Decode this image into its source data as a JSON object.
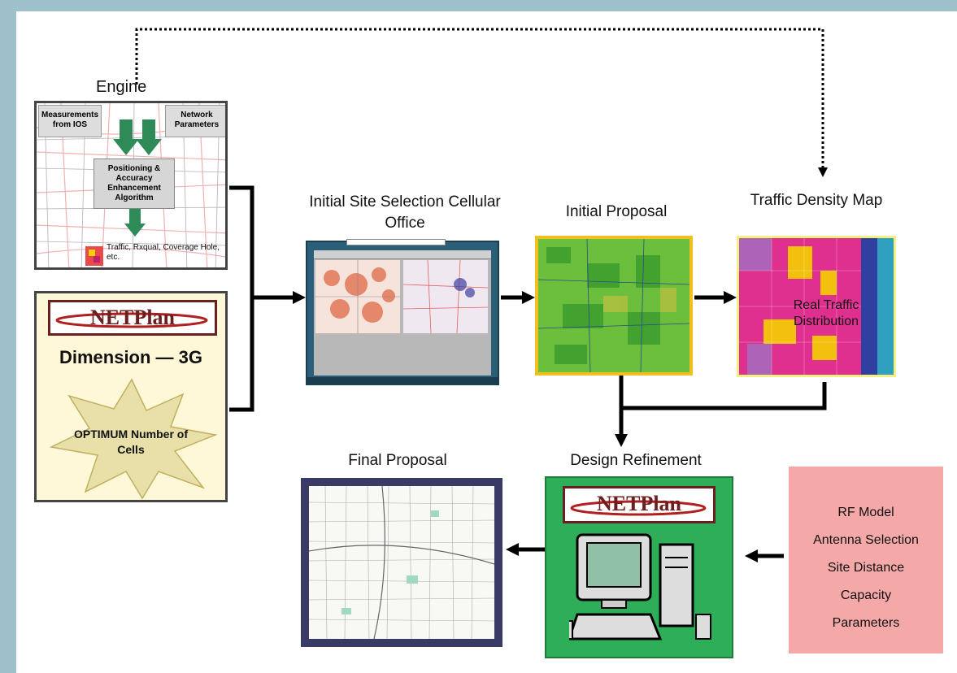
{
  "engine": {
    "title": "Engine",
    "measurements": "Measurements from IOS",
    "network": "Network Parameters",
    "algorithm": "Positioning & Accuracy Enhancement Algorithm",
    "outputs": "Traffic, Rxqual, Coverage Hole, etc."
  },
  "dimension": {
    "logo": "NETPlan",
    "title": "Dimension — 3G",
    "starburst": "OPTIMUM Number of Cells"
  },
  "stages": {
    "initial_site": "Initial Site Selection Cellular Office",
    "initial_proposal": "Initial Proposal",
    "traffic_map": "Traffic Density Map",
    "traffic_label": "Real Traffic Distribution",
    "design_refinement": "Design Refinement",
    "final_proposal": "Final Proposal"
  },
  "refinement_logo": "NETPlan",
  "rf_panel": {
    "items": [
      "RF Model",
      "Antenna Selection",
      "Site Distance",
      "Capacity",
      "Parameters"
    ]
  },
  "colors": {
    "frame_bg": "#9ec0ca",
    "arrow_green": "#2e8b57",
    "rf_panel": "#f4a8a8",
    "refinement_bg": "#2fae5a",
    "traffic_magenta": "#e0308f"
  }
}
